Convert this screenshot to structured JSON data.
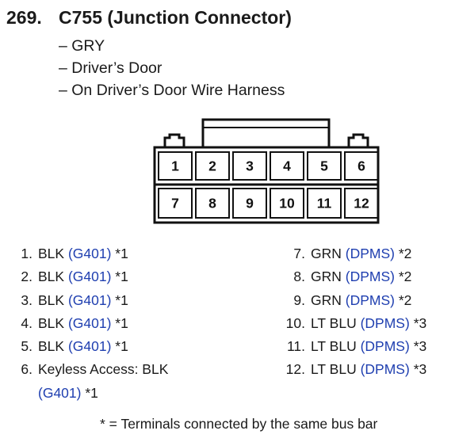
{
  "header": {
    "number": "269.",
    "title": "C755 (Junction Connector)",
    "details": [
      "– GRY",
      "– Driver’s Door",
      "– On Driver’s Door Wire Harness"
    ]
  },
  "connector": {
    "top_row": [
      "1",
      "2",
      "3",
      "4",
      "5",
      "6"
    ],
    "bottom_row": [
      "7",
      "8",
      "9",
      "10",
      "11",
      "12"
    ]
  },
  "pins_left": [
    {
      "num": "1.",
      "text": "BLK",
      "link": "(G401)",
      "note": "*1"
    },
    {
      "num": "2.",
      "text": "BLK",
      "link": "(G401)",
      "note": "*1"
    },
    {
      "num": "3.",
      "text": "BLK",
      "link": "(G401)",
      "note": "*1"
    },
    {
      "num": "4.",
      "text": "BLK",
      "link": "(G401)",
      "note": "*1"
    },
    {
      "num": "5.",
      "text": "BLK",
      "link": "(G401)",
      "note": "*1"
    },
    {
      "num": "6.",
      "text": "Keyless Access: BLK",
      "link": "(G401)",
      "note": "*1"
    }
  ],
  "pins_right": [
    {
      "num": "7.",
      "text": "GRN",
      "link": "(DPMS)",
      "note": "*2"
    },
    {
      "num": "8.",
      "text": "GRN",
      "link": "(DPMS)",
      "note": "*2"
    },
    {
      "num": "9.",
      "text": "GRN",
      "link": "(DPMS)",
      "note": "*2"
    },
    {
      "num": "10.",
      "text": "LT BLU",
      "link": "(DPMS)",
      "note": "*3"
    },
    {
      "num": "11.",
      "text": "LT BLU",
      "link": "(DPMS)",
      "note": "*3"
    },
    {
      "num": "12.",
      "text": "LT BLU",
      "link": "(DPMS)",
      "note": "*3"
    }
  ],
  "footnote": "* = Terminals connected by the same bus bar",
  "colors": {
    "link": "#1f3fb0",
    "text": "#1a1a1a"
  }
}
